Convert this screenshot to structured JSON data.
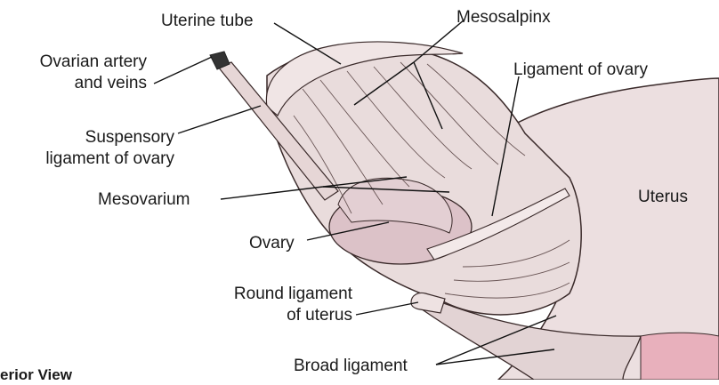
{
  "labels": {
    "uterine_tube": "Uterine tube",
    "mesosalpinx": "Mesosalpinx",
    "ovarian_artery_line1": "Ovarian artery",
    "ovarian_artery_line2": "and veins",
    "ligament_of_ovary": "Ligament of ovary",
    "suspensory_line1": "Suspensory",
    "suspensory_line2": "ligament of ovary",
    "uterus": "Uterus",
    "mesovarium": "Mesovarium",
    "ovary": "Ovary",
    "round_ligament_line1": "Round ligament",
    "round_ligament_line2": "of uterus",
    "broad_ligament": "Broad ligament",
    "view_caption": "erior View"
  },
  "colors": {
    "tissue": "#e9dcdc",
    "tissue_shade": "#d8c4c6",
    "ovary": "#dcc2c8",
    "uterus_pink": "#e8b0bc",
    "outline": "#3a2a2a",
    "leader": "#111111"
  }
}
